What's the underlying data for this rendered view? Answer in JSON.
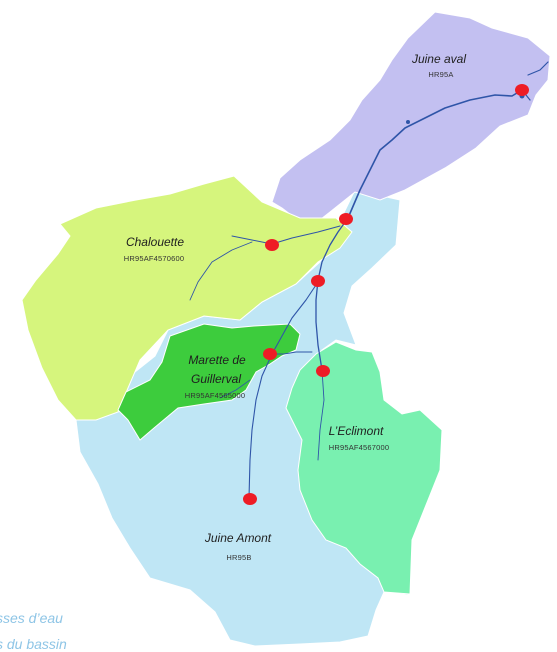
{
  "colors": {
    "juine_aval": "#c3c0f1",
    "juine_amont": "#bfe6f5",
    "chalouette": "#d6f57d",
    "marette": "#3dcc3d",
    "eclimont": "#79f0b0",
    "station": "#ee1c25",
    "river": "#2f55a8"
  },
  "regions": {
    "juine_aval": {
      "name": "Juine aval",
      "code": "HR95A"
    },
    "chalouette": {
      "name": "Chalouette",
      "code": "HR95AF4570600"
    },
    "marette": {
      "name_line1": "Marette de",
      "name_line2": "Guillerval",
      "code": "HR95AF4565000"
    },
    "eclimont": {
      "name": "L’Eclimont",
      "code": "HR95AF4567000"
    },
    "juine_amont": {
      "name": "Juine Amont",
      "code": "HR95B"
    }
  },
  "caption": {
    "line1": "sses d’eau",
    "line2": "s du bassin"
  }
}
